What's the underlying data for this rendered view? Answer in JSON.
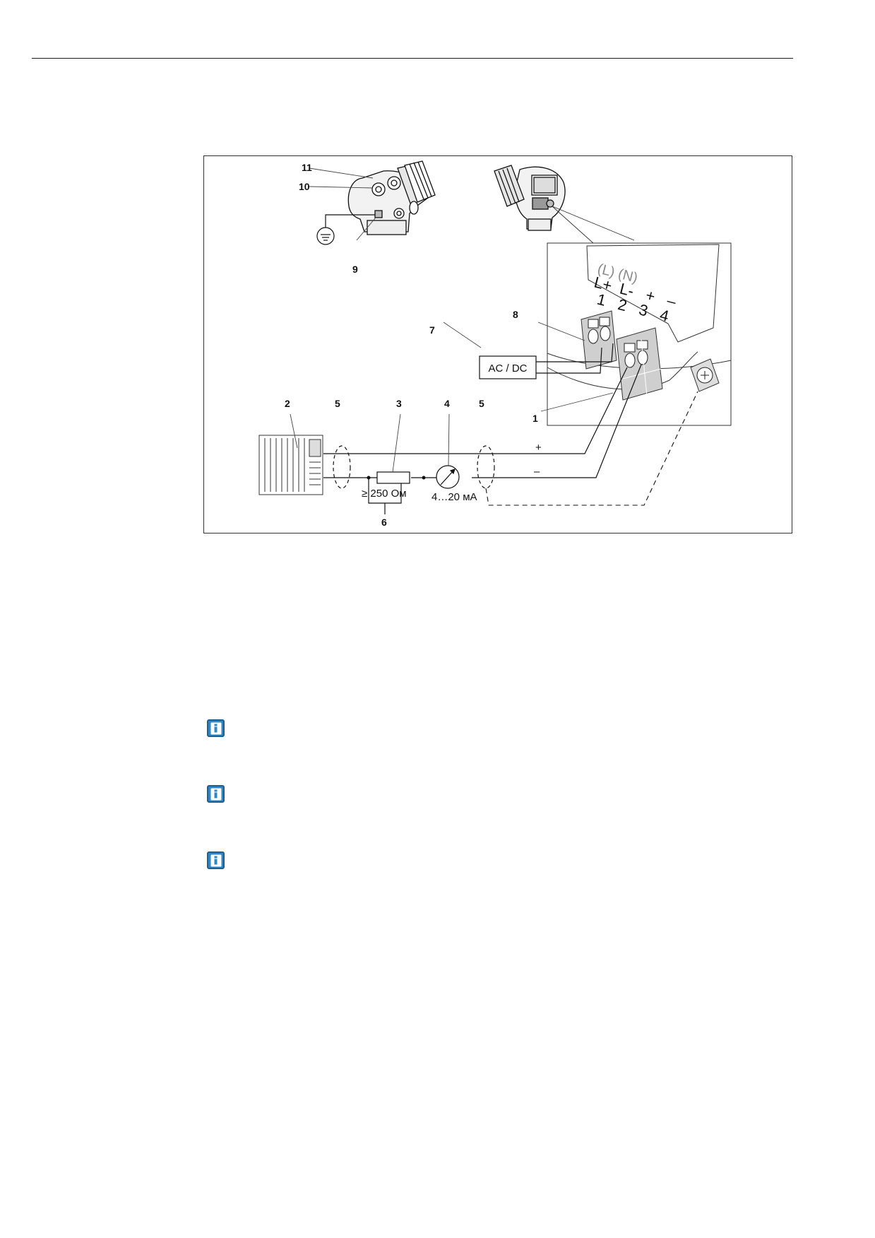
{
  "diagram": {
    "callouts": [
      "1",
      "2",
      "3",
      "4",
      "5",
      "5",
      "6",
      "7",
      "8",
      "9",
      "10",
      "11"
    ],
    "power_supply": "AC / DC",
    "resistor": "≥ 250 Ом",
    "current_meter": "4…20 мА",
    "polarity_plus": "+",
    "polarity_minus": "–",
    "terminal_legend": {
      "grey_row": "(L) (N)",
      "row_top": "L+  L-   +   –",
      "numbers": "1   2   3   4"
    }
  },
  "info_icons": [
    "info-icon",
    "info-icon",
    "info-icon"
  ]
}
